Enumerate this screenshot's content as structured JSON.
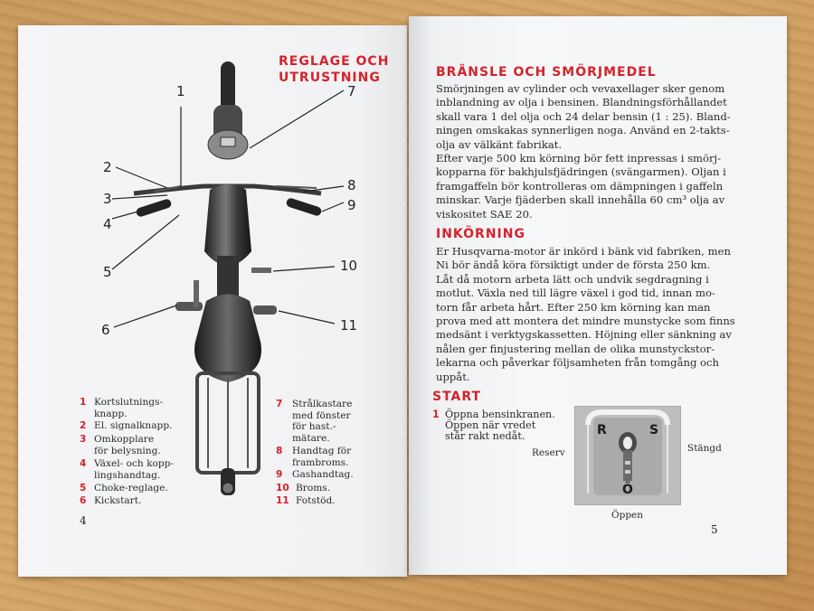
{
  "left_page": {
    "heading": [
      "REGLAGE OCH",
      "UTRUSTNING"
    ],
    "callouts": [
      "1",
      "2",
      "3",
      "4",
      "5",
      "6",
      "7",
      "8",
      "9",
      "10",
      "11"
    ],
    "legend_left": [
      {
        "num": "1",
        "text": [
          "Kortslutnings-",
          "knapp."
        ]
      },
      {
        "num": "2",
        "text": [
          "El. signalknapp."
        ]
      },
      {
        "num": "3",
        "text": [
          "Omkopplare",
          "för belysning."
        ]
      },
      {
        "num": "4",
        "text": [
          "Växel- och kopp-",
          "lingshandtag."
        ]
      },
      {
        "num": "5",
        "text": [
          "Choke-reglage."
        ]
      },
      {
        "num": "6",
        "text": [
          "Kickstart."
        ]
      }
    ],
    "legend_right": [
      {
        "num": "7",
        "text": [
          "Strålkastare",
          "med fönster",
          "för hast.-",
          "mätare."
        ]
      },
      {
        "num": "8",
        "text": [
          "Handtag för",
          "frambroms."
        ]
      },
      {
        "num": "9",
        "text": [
          "Gashandtag."
        ]
      },
      {
        "num": "10",
        "text": [
          "Broms."
        ]
      },
      {
        "num": "11",
        "text": [
          "Fotstöd."
        ]
      }
    ],
    "page_number": "4"
  },
  "right_page": {
    "section1_heading": "BRÄNSLE OCH SMÖRJMEDEL",
    "section1_lines": [
      "Smörjningen av cylinder och vevaxellager sker genom",
      "inblandning av olja i bensinen. Blandningsförhållandet",
      "skall vara 1 del olja och 24 delar bensin (1 : 25). Bland-",
      "ningen omskakas synnerligen noga. Använd en 2-takts-",
      "olja av välkänt fabrikat.",
      "Efter varje 500 km körning bör fett inpressas i smörj-",
      "kopparna för bakhjulsfjädringen (svängarmen). Oljan i",
      "framgaffeln bör kontrolleras om dämpningen i gaffeln",
      "minskar. Varje fjäderben skall innehålla 60 cm³ olja av",
      "viskositet SAE 20."
    ],
    "section2_heading": "INKÖRNING",
    "section2_lines": [
      "Er Husqvarna-motor är inkörd i bänk vid fabriken, men",
      "Ni bör ändå köra försiktigt under de första 250 km.",
      "Låt då motorn arbeta lätt och undvik segdragning i",
      "motlut. Växla ned till lägre växel i god tid, innan mo-",
      "torn får arbeta hårt. Efter 250 km körning kan man",
      "prova med att montera det mindre munstycke som finns",
      "medsänt i verktygskassetten. Höjning eller sänkning av",
      "nålen ger finjustering mellan de olika munstyckstor-",
      "lekarna och påverkar följsamheten från tomgång och",
      "uppåt."
    ],
    "section3_heading": "START",
    "start_num": "1",
    "start_lines": [
      "Öppna bensinkranen.",
      "Öppen när vredet",
      "står rakt nedåt."
    ],
    "tap_labels": {
      "r": "R",
      "s": "S",
      "o": "Ö"
    },
    "label_reserv": "Reserv",
    "label_stangd": "Stängd",
    "label_oppen": "Öppen",
    "page_number": "5"
  }
}
